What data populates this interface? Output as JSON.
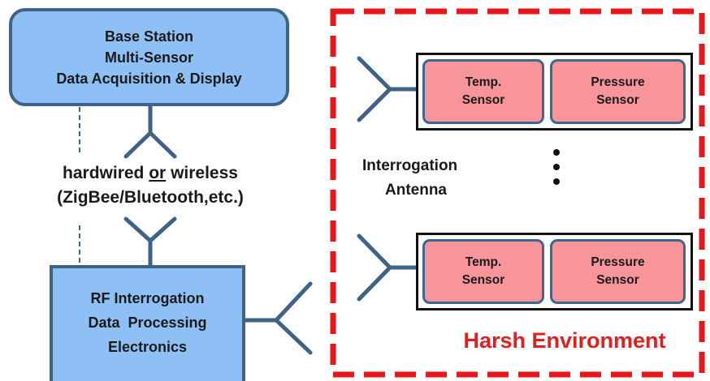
{
  "base_station": {
    "lines": [
      "Base Station",
      "Multi-Sensor",
      "Data Acquisition & Display"
    ]
  },
  "link": {
    "line1_a": "hardwired ",
    "line1_b": "or",
    "line1_c": " wireless",
    "line2": "(ZigBee/Bluetooth,etc.)"
  },
  "rf_box": {
    "lines": [
      "RF Interrogation",
      "Data  Processing",
      "Electronics"
    ]
  },
  "interrogation": {
    "lines": [
      "Interrogation",
      "Antenna"
    ]
  },
  "sensor_pair_top": {
    "temp": [
      "Temp.",
      "Sensor"
    ],
    "pressure": [
      "Pressure",
      "Sensor"
    ]
  },
  "sensor_pair_bottom": {
    "temp": [
      "Temp.",
      "Sensor"
    ],
    "pressure": [
      "Pressure",
      "Sensor"
    ]
  },
  "harsh_label": "Harsh Environment",
  "colors": {
    "blue_fill": "#8fc0f5",
    "blue_border": "#3e6288",
    "pink_fill": "#f7959b",
    "red_dashed": "#e8171b",
    "harsh_text": "#e02020"
  }
}
